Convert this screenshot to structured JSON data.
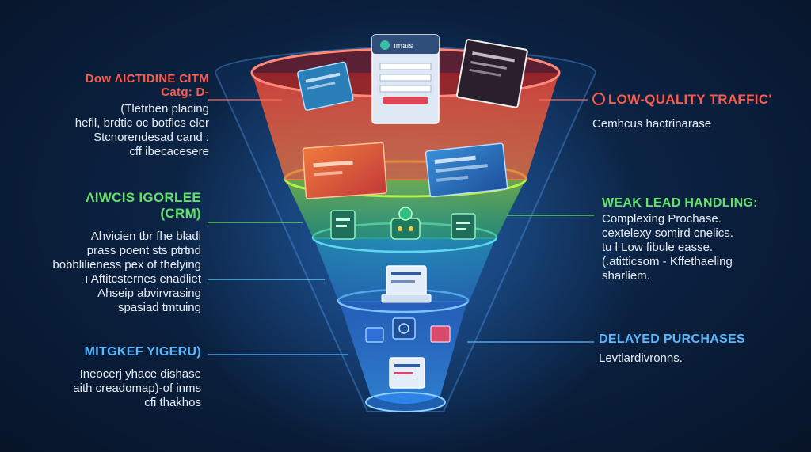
{
  "left": {
    "top": {
      "title1": "Dow ΛICTIDINE CITM",
      "title2": "Catg: D-",
      "body": [
        "(Tletrben placing",
        "hefil, brdtic oc botfics eler",
        "Stcnorendesad cand :",
        "cff ibecacesere"
      ]
    },
    "middle": {
      "title1": "ΛIWCIS IGORLEE",
      "title2": "(CRM)",
      "body": [
        "Ahvicien tbr fhe bladi",
        "prass poent sts ptrtnd",
        "bobblilieness pex of thelying",
        "ı Aftitcsternes enadliet",
        "Ahseip abvirvrasing",
        "spasiad tmtuing"
      ]
    },
    "bottom": {
      "title": "MITGKEF YIGERU)",
      "body": [
        "Ineocerj yhace dishase",
        "aith creadomap)-of inms",
        "cfi thakhos"
      ]
    }
  },
  "right": {
    "top": {
      "title": "LOW-QUALITY TRAFFIC'",
      "body": [
        "Cemhcus hactrinarase"
      ]
    },
    "middle": {
      "title": "WEAK LEAD HANDLING:",
      "body": [
        "Complexing Prochase.",
        "cextelexy somird cnelics.",
        "tu l Low fibule easse.",
        "(.atitticsom - Kffethaeling",
        "sharliem."
      ]
    },
    "bottom": {
      "title": "DELAYED PURCHASES",
      "body": [
        "Levtlardivronns."
      ]
    }
  },
  "cards": {
    "login_header": "ımaıs"
  },
  "colors": {
    "top_stage": "#ff5a4a",
    "middle_stage": "#63e26a",
    "lower_stage": "#59b8ff",
    "background": "#0b2242"
  },
  "icons": [
    "target-icon",
    "chat-icon",
    "document-icon",
    "robot-icon",
    "monitor-icon",
    "cart-icon"
  ]
}
